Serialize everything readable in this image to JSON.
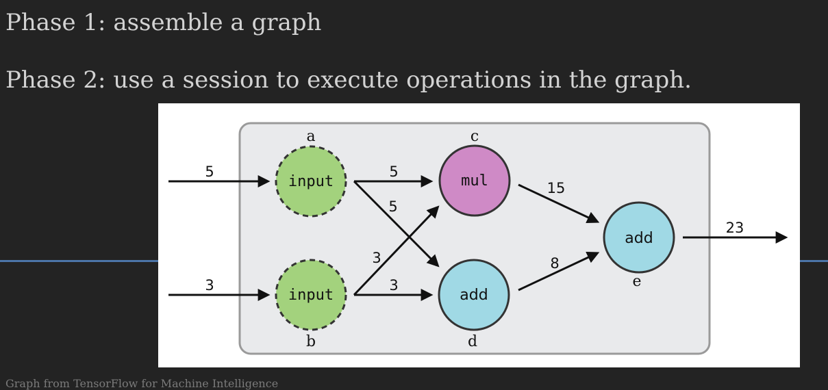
{
  "slide": {
    "phase1": "Phase 1: assemble a graph",
    "phase2": "Phase 2: use a session to execute operations in the graph.",
    "caption": "Graph from TensorFlow for Machine Intelligence"
  },
  "colors": {
    "background": "#232323",
    "text": "#d3d3d3",
    "divider": "#4c75a8",
    "input_node": "#a3d27d",
    "mul_node": "#cf8ac6",
    "add_node": "#a0d9e5",
    "graph_box": "#e9eaec"
  },
  "graph": {
    "nodes": {
      "a": {
        "name": "a",
        "label": "input"
      },
      "b": {
        "name": "b",
        "label": "input"
      },
      "c": {
        "name": "c",
        "label": "mul"
      },
      "d": {
        "name": "d",
        "label": "add"
      },
      "e": {
        "name": "e",
        "label": "add"
      }
    },
    "edges": {
      "in_a": "5",
      "in_b": "3",
      "a_c": "5",
      "a_d": "5",
      "b_c": "3",
      "b_d": "3",
      "c_e": "15",
      "d_e": "8",
      "out": "23"
    }
  }
}
